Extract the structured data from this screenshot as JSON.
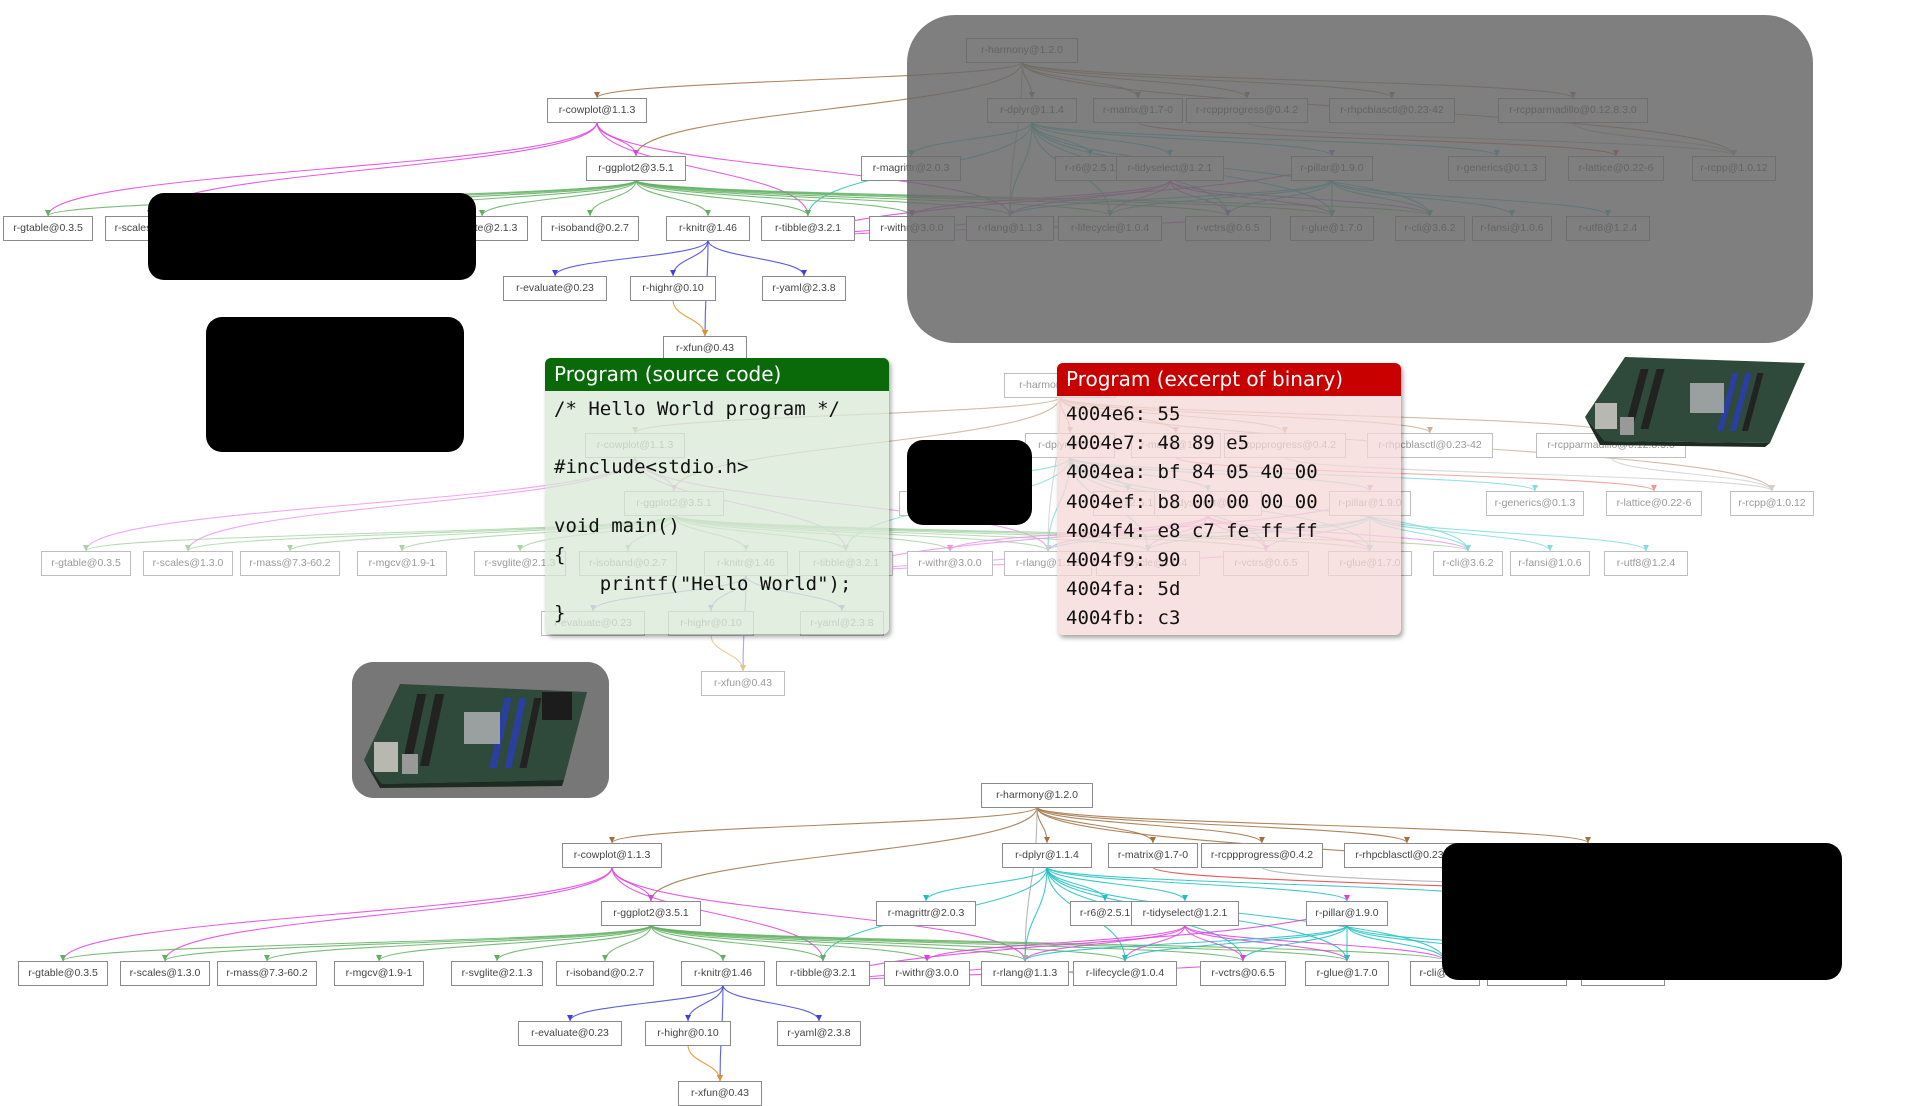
{
  "graph_labels": {
    "harmony": "r-harmony@1.2.0",
    "cowplot": "r-cowplot@1.1.3",
    "dplyr": "r-dplyr@1.1.4",
    "matrix": "r-matrix@1.7-0",
    "rcppprogress": "r-rcppprogress@0.4.2",
    "rhpcblasctl": "r-rhpcblasctl@0.23-42",
    "rcpparmadillo": "r-rcpparmadillo@0.12.8.3.0",
    "ggplot2": "r-ggplot2@3.5.1",
    "magrittr": "r-magrittr@2.0.3",
    "r6": "r-r6@2.5.1",
    "tidyselect": "r-tidyselect@1.2.1",
    "pillar": "r-pillar@1.9.0",
    "generics": "r-generics@0.1.3",
    "lattice": "r-lattice@0.22-6",
    "rcpp": "r-rcpp@1.0.12",
    "gtable": "r-gtable@0.3.5",
    "scales": "r-scales@1.3.0",
    "mass": "r-mass@7.3-60.2",
    "mgcv": "r-mgcv@1.9-1",
    "svglite": "r-svglite@2.1.3",
    "isoband": "r-isoband@0.2.7",
    "knitr": "r-knitr@1.46",
    "tibble": "r-tibble@3.2.1",
    "withr": "r-withr@3.0.0",
    "rlang": "r-rlang@1.1.3",
    "lifecycle": "r-lifecycle@1.0.4",
    "vctrs": "r-vctrs@0.6.5",
    "glue": "r-glue@1.7.0",
    "cli": "r-cli@3.6.2",
    "fansi": "r-fansi@1.0.6",
    "utf8": "r-utf8@1.2.4",
    "evaluate": "r-evaluate@0.23",
    "highr": "r-highr@0.10",
    "yaml": "r-yaml@2.3.8",
    "xfun": "r-xfun@0.43"
  },
  "source_panel": {
    "title": "Program (source code)",
    "code": "/* Hello World program */\n\n#include<stdio.h>\n\nvoid main()\n{\n    printf(\"Hello World\");\n}"
  },
  "binary_panel": {
    "title": "Program (excerpt of binary)",
    "code": "4004e6: 55\n4004e7: 48 89 e5\n4004ea: bf 84 05 40 00\n4004ef: b8 00 00 00 00\n4004f4: e8 c7 fe ff ff\n4004f9: 90\n4004fa: 5d\n4004fb: c3"
  },
  "colors": {
    "source_header": "#0a6a0a",
    "binary_header": "#c80000",
    "edge_magenta": "#e040e0",
    "edge_cyan": "#20c0c0",
    "edge_blue": "#4040e0",
    "edge_green": "#60b060",
    "edge_brown": "#a07040",
    "edge_orange": "#e09020"
  },
  "icons": [
    "motherboard-image",
    "motherboard-image"
  ]
}
